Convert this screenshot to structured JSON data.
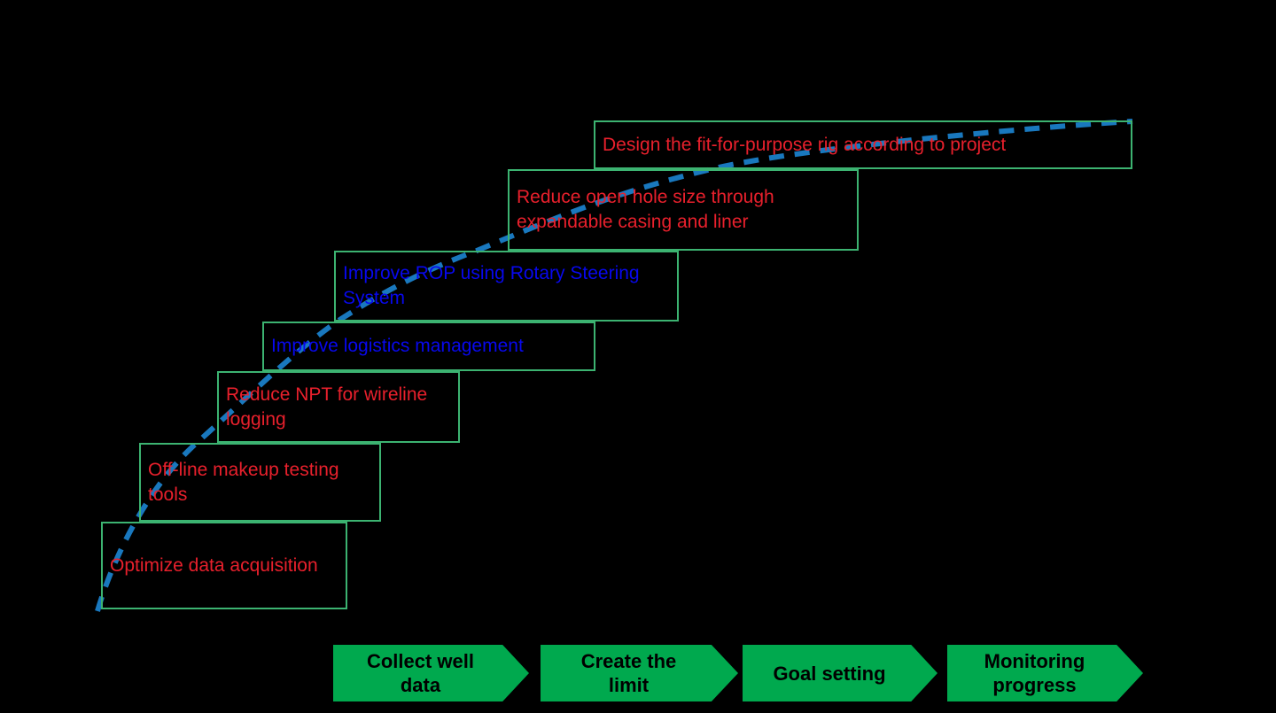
{
  "colors": {
    "background": "#000000",
    "box_border": "#3CB371",
    "red_text": "#E8202C",
    "blue_text": "#0808EE",
    "curve_blue": "#1978BE",
    "chevron_green": "#00A94E",
    "chevron_text": "#000000"
  },
  "staircase_boxes": [
    {
      "label": "Design the fit-for-purpose rig according to project",
      "text_color": "#E8202C"
    },
    {
      "label": "Reduce open hole size through expandable casing and liner",
      "text_color": "#E8202C"
    },
    {
      "label": "Improve ROP using Rotary Steering System",
      "text_color": "#0808EE"
    },
    {
      "label": "Improve logistics management",
      "text_color": "#0808EE"
    },
    {
      "label": "Reduce NPT for wireline logging",
      "text_color": "#E8202C"
    },
    {
      "label": "Off-line makeup testing tools",
      "text_color": "#E8202C"
    },
    {
      "label": "Optimize data acquisition",
      "text_color": "#E8202C"
    }
  ],
  "process_steps": [
    {
      "label": "Collect well\ndata"
    },
    {
      "label": "Create the\nlimit"
    },
    {
      "label": "Goal setting"
    },
    {
      "label": "Monitoring\nprogress"
    }
  ],
  "curve": {
    "line_style": "dashed",
    "color": "#1978BE"
  }
}
